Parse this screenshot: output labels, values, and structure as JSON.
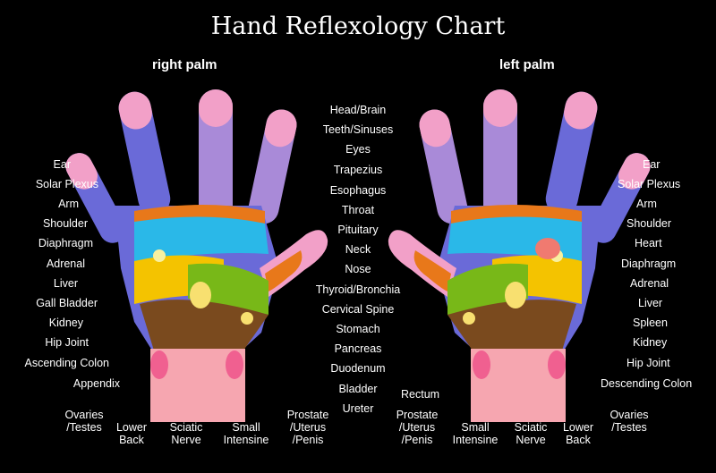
{
  "title": "Hand Reflexology Chart",
  "palm_labels": {
    "right": "right palm",
    "left": "left palm"
  },
  "center_labels": [
    "Head/Brain",
    "Teeth/Sinuses",
    "Eyes",
    "Trapezius",
    "Esophagus",
    "Throat",
    "Pituitary",
    "Neck",
    "Nose",
    "Thyroid/Bronchia",
    "Cervical Spine",
    "Stomach",
    "Pancreas",
    "Duodenum",
    "Bladder",
    "Ureter"
  ],
  "right_palm_side_labels": [
    "Ear",
    "Solar Plexus",
    "Arm",
    "Shoulder",
    "Diaphragm",
    "Adrenal",
    "Liver",
    "Gall Bladder",
    "Kidney",
    "Hip Joint",
    "Ascending Colon",
    "Appendix"
  ],
  "left_palm_side_labels": [
    "Ear",
    "Solar Plexus",
    "Arm",
    "Shoulder",
    "Heart",
    "Diaphragm",
    "Adrenal",
    "Liver",
    "Spleen",
    "Kidney",
    "Hip Joint",
    "Descending Colon"
  ],
  "right_palm_bottom_labels": [
    "Ovaries\n/Testes",
    "Lower\nBack",
    "Sciatic\nNerve",
    "Small\nIntensine",
    "Prostate\n/Uterus\n/Penis"
  ],
  "left_palm_bottom_labels": [
    "Rectum",
    "Prostate\n/Uterus\n/Penis",
    "Small\nIntensine",
    "Sciatic\nNerve",
    "Lower\nBack",
    "Ovaries\n/Testes"
  ],
  "colors": {
    "background": "#000000",
    "text": "#ffffff",
    "fingertip": "#f2a0c8",
    "finger_lavender": "#a98ad8",
    "finger_blue": "#6a6ad8",
    "orange_band": "#e8781a",
    "cyan_zone": "#2ab8e8",
    "yellow_zone": "#f4c300",
    "green_zone": "#78b818",
    "brown_zone": "#7a4a1e",
    "wrist": "#f6a6b0",
    "heart": "#f07a70"
  }
}
